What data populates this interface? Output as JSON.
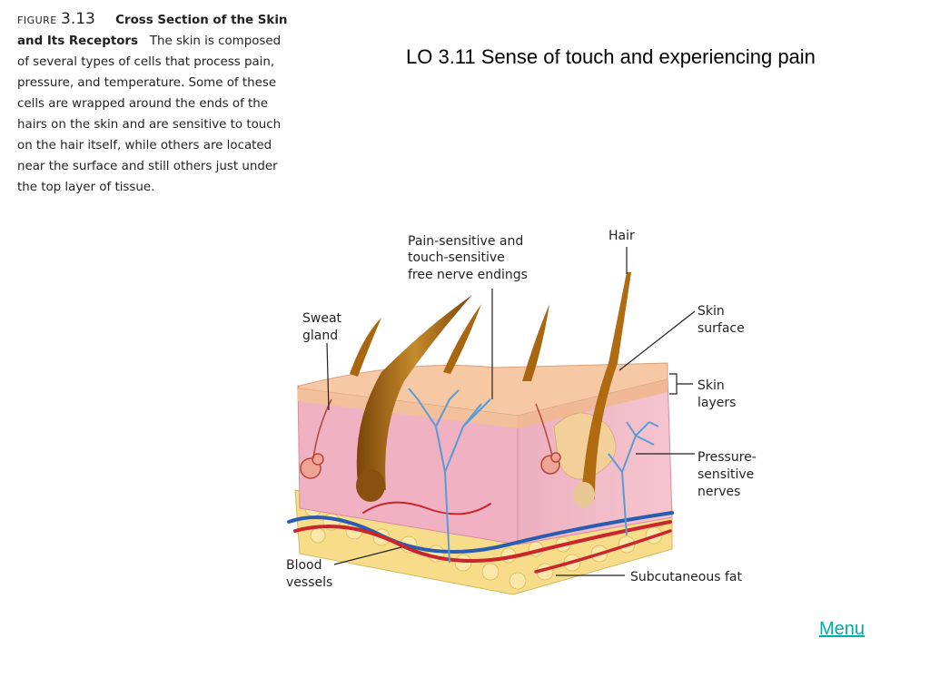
{
  "caption": {
    "figure_word": "FIGURE",
    "figure_number": "3.13",
    "title": "Cross Section of the Skin and Its Receptors",
    "body": "The skin is composed of several types of cells that process pain, pressure, and temperature. Some of these cells are wrapped around the ends of the hairs on the skin and are sensitive to touch on the hair itself, while others are located near the surface and still others just under the top layer of tissue."
  },
  "slide_title": "LO 3.11 Sense of touch and experiencing pain",
  "menu_label": "Menu",
  "diagram_labels": {
    "pain_nerves": [
      "Pain-sensitive and",
      "touch-sensitive",
      "free nerve endings"
    ],
    "hair": "Hair",
    "sweat_gland": [
      "Sweat",
      "gland"
    ],
    "skin_surface": [
      "Skin",
      "surface"
    ],
    "skin_layers": [
      "Skin",
      "layers"
    ],
    "pressure_nerves": [
      "Pressure-",
      "sensitive",
      "nerves"
    ],
    "blood_vessels": [
      "Blood",
      "vessels"
    ],
    "subcutaneous_fat": "Subcutaneous fat"
  },
  "colors": {
    "link": "#00aaaa",
    "skin_pink": "#f2b6c4",
    "skin_dark": "#e08aa0",
    "fat": "#f7dc8a",
    "hair": "#a8660f",
    "artery": "#c8262c",
    "vein": "#2a5cb0",
    "nerve": "#5b9bd5"
  }
}
